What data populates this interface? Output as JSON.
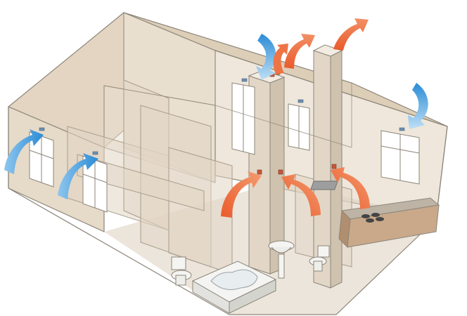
{
  "diagram": {
    "colors": {
      "house_fill": "#e8dccb",
      "house_fill_dark": "#d9cab4",
      "wall_line": "#8c8579",
      "inner_wall": "#b9ad9b",
      "shaft_fill": "#ddd2c2",
      "fresh_air": "#2a8bd6",
      "fresh_air_light": "#8fc6ee",
      "exhaust_air": "#ea5a2b",
      "exhaust_air_light": "#f39c70",
      "vent_grille": "#c8553a",
      "window_frame": "#ffffff",
      "fixture": "#f4f4f2",
      "counter": "#c9a98a"
    },
    "airflows": [
      {
        "kind": "fresh-air",
        "location": "left-window"
      },
      {
        "kind": "fresh-air",
        "location": "left-window-2"
      },
      {
        "kind": "fresh-air",
        "location": "roof-intake"
      },
      {
        "kind": "fresh-air",
        "location": "kitchen-window"
      },
      {
        "kind": "exhaust-air",
        "location": "room-to-shaft-1"
      },
      {
        "kind": "exhaust-air",
        "location": "bath-to-shaft-1"
      },
      {
        "kind": "exhaust-air",
        "location": "kitchen-to-shaft-2"
      },
      {
        "kind": "exhaust-air",
        "location": "shaft-1-outlet"
      },
      {
        "kind": "exhaust-air",
        "location": "shaft-2-outlet"
      }
    ]
  }
}
